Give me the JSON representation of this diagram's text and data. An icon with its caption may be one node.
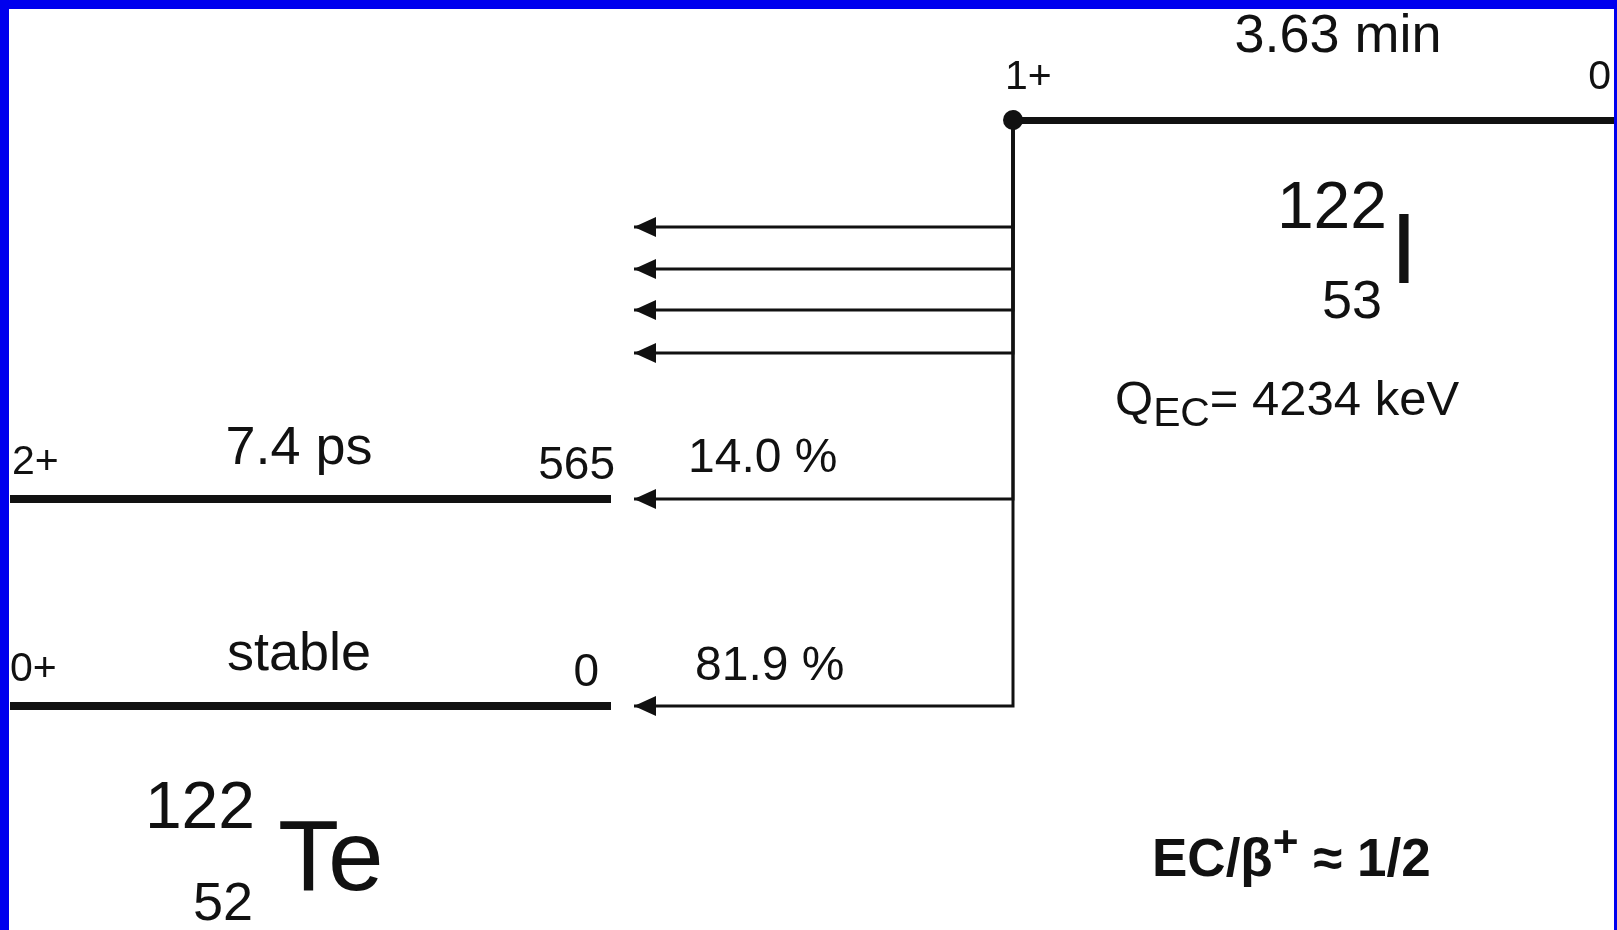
{
  "diagram": {
    "nodes": [
      {
        "text": [
          "1+",
          "3.63 min",
          "0"
        ]
      },
      {
        "text": [
          "2+",
          "7.4 ps",
          "565"
        ]
      },
      {
        "text": [
          "0+",
          "stable",
          "0"
        ]
      }
    ],
    "edges": [
      {
        "from": 0,
        "to": null,
        "arrow": "to"
      },
      {
        "from": 0,
        "to": null,
        "arrow": "to"
      },
      {
        "from": 0,
        "to": null,
        "arrow": "to"
      },
      {
        "from": 0,
        "to": null,
        "arrow": "to"
      },
      {
        "from": 0,
        "to": 1,
        "arrow": "to",
        "label": "14.0 %"
      },
      {
        "from": 0,
        "to": 2,
        "arrow": "to",
        "label": "81.9 %"
      }
    ],
    "labels": [
      "122",
      "53",
      "I",
      "Q$_{EC}$= 4234 keV",
      "122",
      "52",
      "Te",
      "EC/β$^{+}$ ≈ 1/2"
    ]
  }
}
